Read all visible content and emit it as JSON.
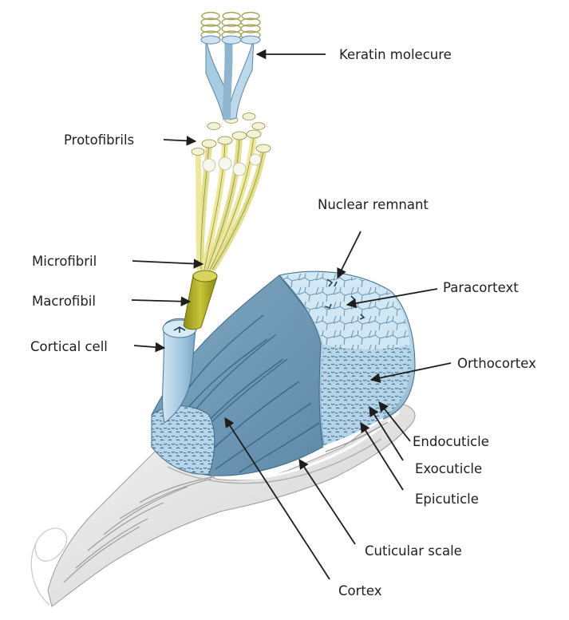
{
  "labels": {
    "keratin": "Keratin molecure",
    "protofibrils": "Protofibrils",
    "microfibril": "Microfibril",
    "macrofibil": "Macrofibil",
    "cortical_cell": "Cortical cell",
    "nuclear_remnant": "Nuclear remnant",
    "paracortext": "Paracortext",
    "orthocortex": "Orthocortex",
    "endocuticle": "Endocuticle",
    "exocuticle": "Exocuticle",
    "epicuticle": "Epicuticle",
    "cuticular_scale": "Cuticular scale",
    "cortex": "Cortex"
  },
  "colors": {
    "cortex_blue": "#9cc3dc",
    "cortex_dark": "#3e6a86",
    "cortex_light": "#d8ebf6",
    "fibril_yellow": "#e9e69a",
    "macrofibril_green": "#b5b52a",
    "cuticle_grey": "#e6e6e6",
    "line": "#1e1e1e"
  }
}
